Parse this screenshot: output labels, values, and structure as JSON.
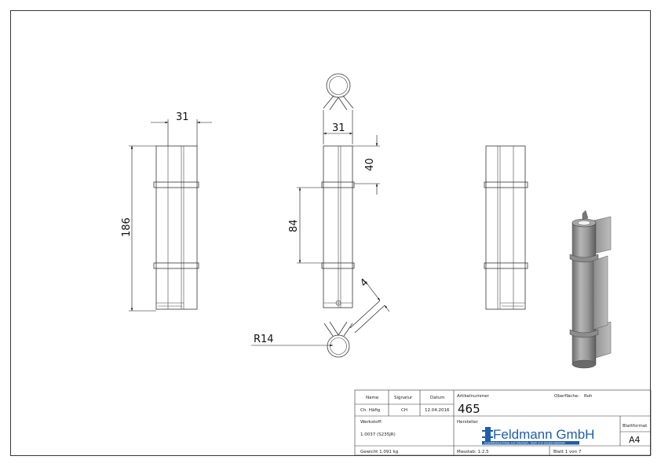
{
  "dimensions": {
    "width_top_left": "31",
    "width_front": "31",
    "height_total": "186",
    "segment_length": "84",
    "top_segment": "40",
    "pin_gap": "4",
    "radius": "R14"
  },
  "title_block": {
    "name_label": "Name",
    "signature_label": "Signatur",
    "date_label": "Datum",
    "name_value": "Ch. Häfig",
    "signature_value": "CH",
    "date_value": "12.04.2016",
    "article_label": "Artikelnummer",
    "article_value": "465",
    "surface_label": "Oberfläche:",
    "surface_value": "Roh",
    "material_label": "Werkstoff:",
    "material_value": "1.0037 (S235JR)",
    "manufacturer_label": "Hersteller",
    "logo_text": "Feldmann GmbH",
    "logo_subtext": "Qualitätsbeschläge aus Edelstahl, Stahl und Sonderedelstahl",
    "sheet_format_label": "Blattformat",
    "sheet_format_value": "A4",
    "weight_label": "Gewicht 1.091 kg",
    "scale_label": "Masstab: 1:2.5",
    "sheet_label": "Blatt 1 von 7"
  },
  "colors": {
    "line": "#333333",
    "render_body": "#8f8f8f",
    "logo_blue": "#1f5ea8"
  }
}
